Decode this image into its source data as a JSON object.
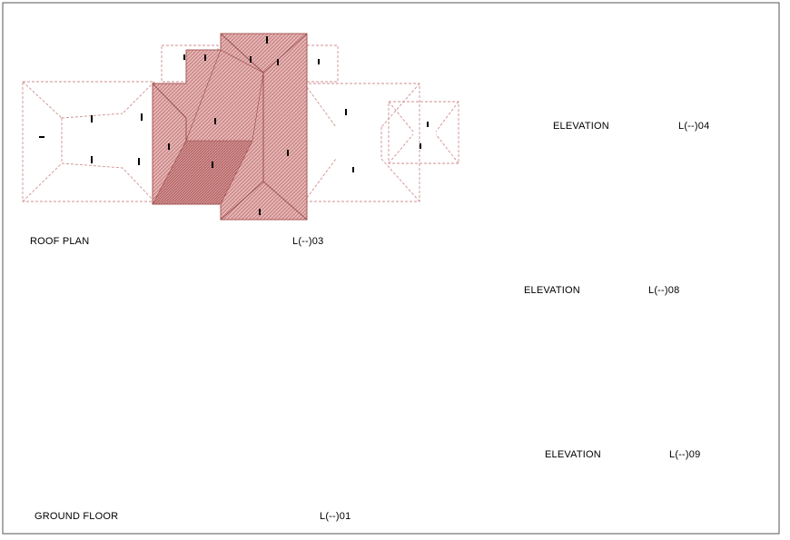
{
  "drawings": {
    "roof_plan": {
      "title": "ROOF PLAN",
      "ref": "L(--)03"
    },
    "elevation_04": {
      "title": "ELEVATION",
      "ref": "L(--)04"
    },
    "elevation_08": {
      "title": "ELEVATION",
      "ref": "L(--)08"
    },
    "elevation_09": {
      "title": "ELEVATION",
      "ref": "L(--)09"
    },
    "ground_floor": {
      "title": "GROUND FLOOR",
      "ref": "L(--)01"
    }
  },
  "colors": {
    "roof_hatch": "#c98a8a",
    "roof_dark": "#b46a6a",
    "roof_outline": "#d7a0a0",
    "ink": "#000000",
    "wall_orange": "#e39b3a",
    "dim_blue": "#2b3fc8",
    "tile_red": "#b56060"
  }
}
